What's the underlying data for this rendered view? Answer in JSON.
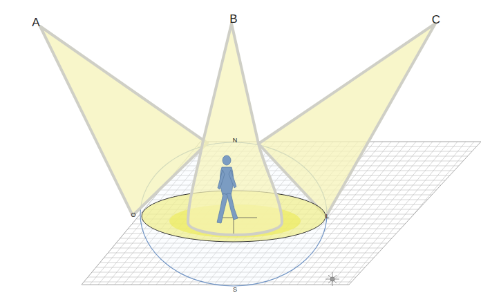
{
  "diagram": {
    "labels": [
      "A",
      "B",
      "C",
      "N",
      "O",
      "L",
      "S"
    ]
  }
}
